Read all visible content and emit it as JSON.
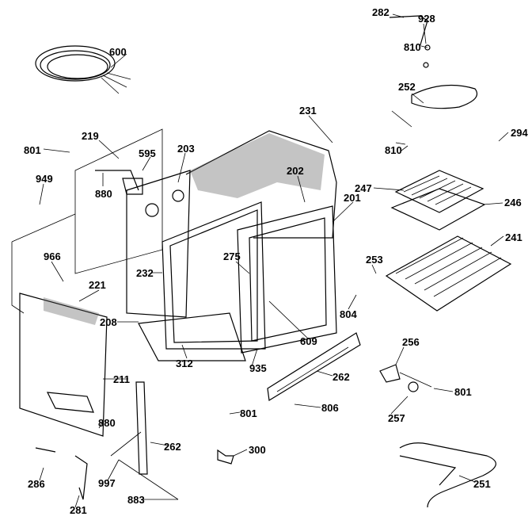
{
  "diagram": {
    "title": "Oven body exploded parts view",
    "part_labels": [
      "282",
      "928",
      "810",
      "600",
      "252",
      "294",
      "231",
      "810",
      "801",
      "219",
      "203",
      "595",
      "202",
      "949",
      "880",
      "247",
      "246",
      "201",
      "241",
      "966",
      "275",
      "253",
      "221",
      "232",
      "208",
      "804",
      "609",
      "312",
      "935",
      "262",
      "256",
      "211",
      "806",
      "801",
      "257",
      "880",
      "801",
      "262",
      "300",
      "286",
      "997",
      "281",
      "883",
      "251"
    ]
  }
}
